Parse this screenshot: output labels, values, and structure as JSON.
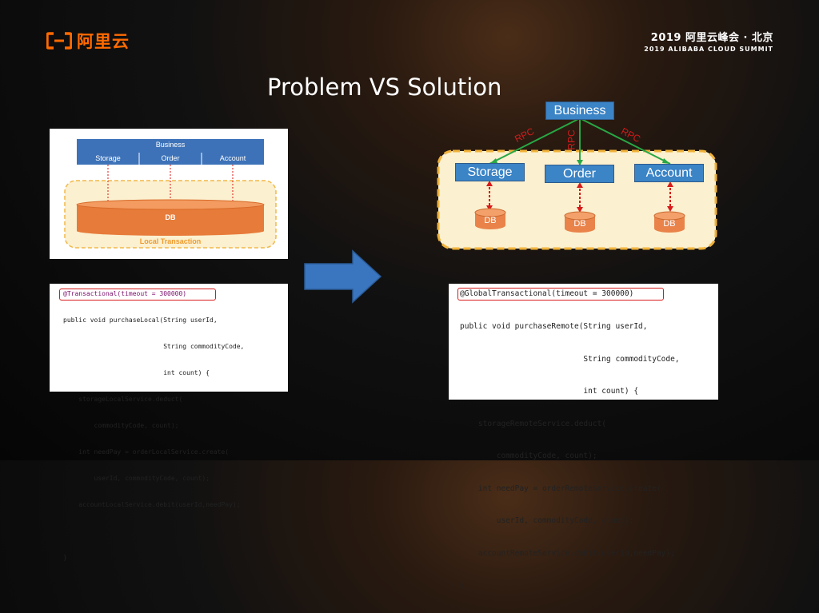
{
  "brand": {
    "name": "阿里云"
  },
  "event": {
    "line1": "2019 阿里云峰会 · 北京",
    "line2": "2019 ALIBABA CLOUD SUMMIT"
  },
  "title": "Problem VS Solution",
  "left_diagram": {
    "business": "Business",
    "services": [
      "Storage",
      "Order",
      "Account"
    ],
    "db": "DB",
    "tx_label": "Local Transaction"
  },
  "left_code": {
    "annotation": "@Transactional(timeout = 300000)",
    "lines": [
      "public void purchaseLocal(String userId,",
      "                          String commodityCode,",
      "                          int count) {",
      "    storageLocalService.deduct(",
      "        commodityCode, count);",
      "    int needPay = orderLocalService.create(",
      "        userId, commodityCode, count);",
      "    accountLocalService.debit(userId,needPay);",
      "",
      "}"
    ]
  },
  "right_diagram": {
    "business": "Business",
    "services": [
      "Storage",
      "Order",
      "Account"
    ],
    "rpc": [
      "RPC",
      "RPC",
      "RPC"
    ],
    "db": "DB"
  },
  "right_code": {
    "annotation": "@GlobalTransactional(timeout = 300000)",
    "lines": [
      "public void purchaseRemote(String userId,",
      "                           String commodityCode,",
      "                           int count) {",
      "    storageRemoteService.deduct(",
      "        commodityCode, count);",
      "    int needPay = orderRemoteService.create(",
      "        userId, commodityCode, count);",
      "    accountRemoteService.debit(userId,needPay);",
      "}"
    ]
  },
  "colors": {
    "brand": "#ff6a00",
    "accent_blue": "#3b84c6",
    "db_orange": "#e9834a",
    "tx_yellow": "#fbf0cf",
    "rpc_red": "#d21c1c",
    "rpc_green": "#28a745"
  }
}
